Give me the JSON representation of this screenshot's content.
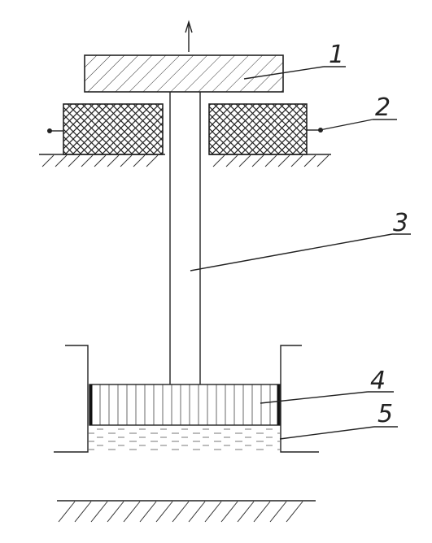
{
  "labels": {
    "part_1": "1",
    "part_2": "2",
    "part_3": "3",
    "part_4": "4",
    "part_5": "5"
  },
  "colors": {
    "ink": "#222222",
    "background": "#ffffff"
  }
}
